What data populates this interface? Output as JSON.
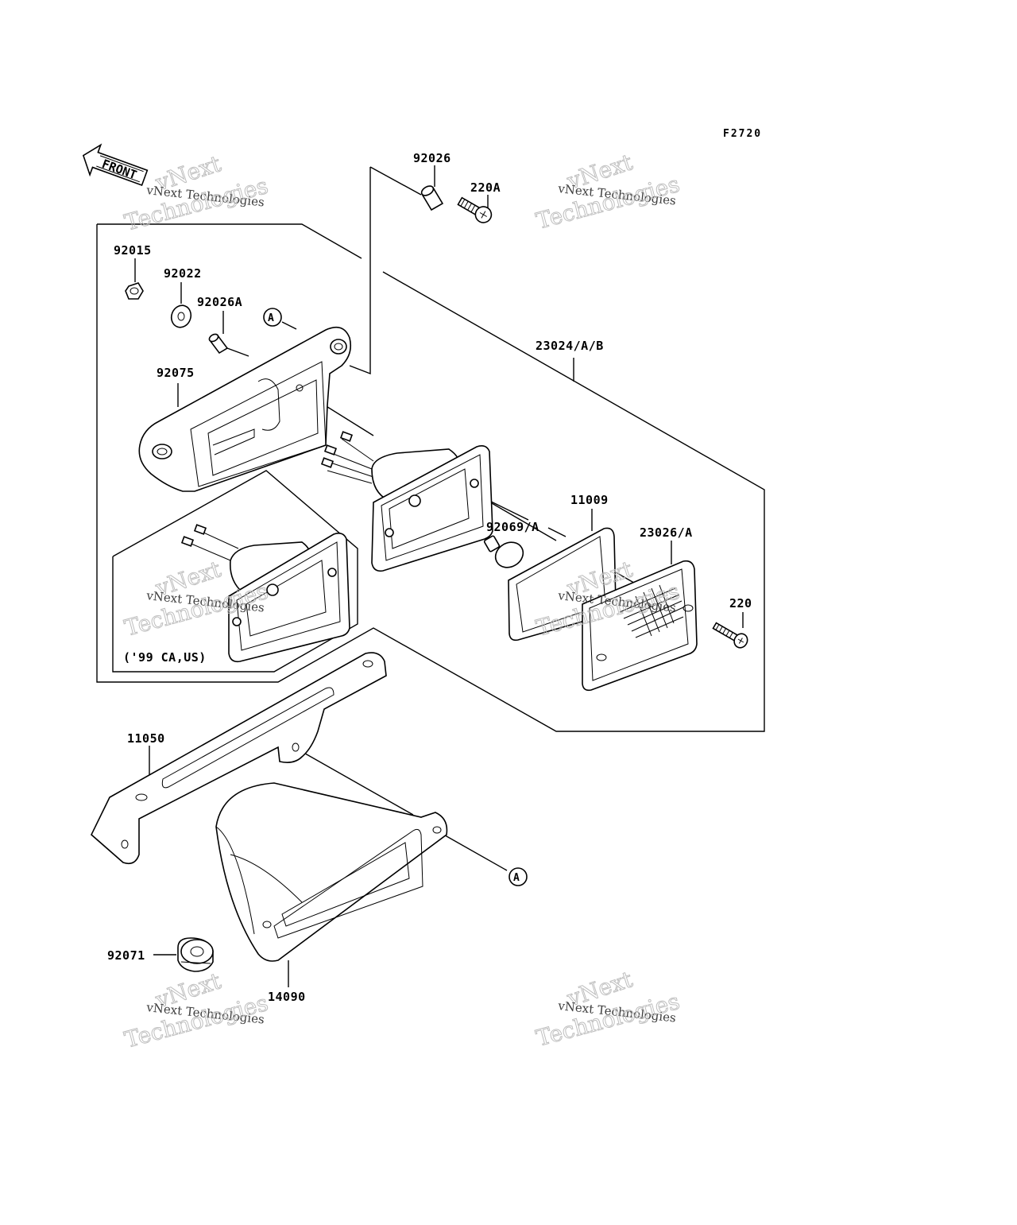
{
  "figure_code": "F2720",
  "front_label": "FRONT",
  "variant_note": "('99 CA,US)",
  "reference_marker": "A",
  "parts": {
    "p92026": "92026",
    "p220A": "220A",
    "p92015": "92015",
    "p92022": "92022",
    "p92026A": "92026A",
    "p23024": "23024/A/B",
    "p92075": "92075",
    "p11009": "11009",
    "p92069": "92069/A",
    "p23026": "23026/A",
    "p220": "220",
    "p11050": "11050",
    "p92071": "92071",
    "p14090": "14090"
  },
  "watermark": {
    "line1": "vNext",
    "line2": "vNext Technologies",
    "line3": "Technologies"
  }
}
